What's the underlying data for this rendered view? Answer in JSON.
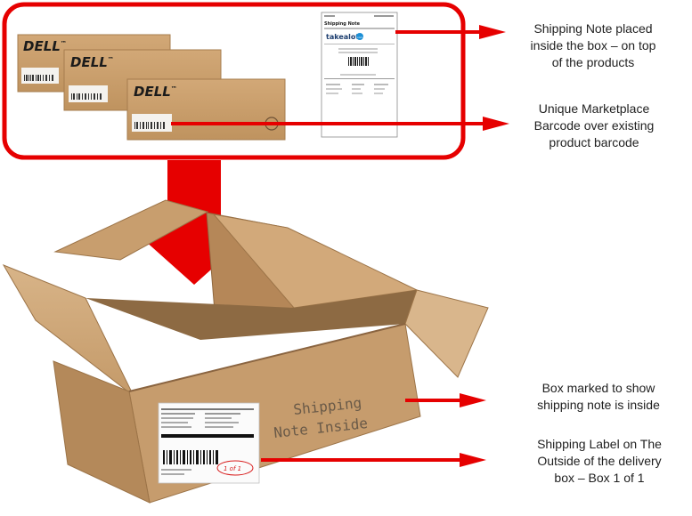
{
  "product_group": {
    "brand": "DELL",
    "trademark": "™"
  },
  "shipping_note_doc": {
    "title": "Shipping Note",
    "logo": "takealot",
    "logo_badge": "com"
  },
  "box_marking": {
    "line1": "Shipping",
    "line2": "Note Inside"
  },
  "shipping_label": {
    "box_count": "1 of 1"
  },
  "callouts": {
    "shipping_note": [
      "Shipping Note placed",
      "inside the box – on top",
      "of the products"
    ],
    "barcode": [
      "Unique Marketplace",
      "Barcode over existing",
      "product barcode"
    ],
    "box_marked": [
      "Box marked to show",
      "shipping note is inside"
    ],
    "shipping_label": [
      "Shipping Label on The",
      "Outside of the delivery",
      "box – Box 1 of 1"
    ]
  },
  "colors": {
    "accent_red": "#e60000",
    "cardboard": "#c69c6d",
    "cardboard_dark": "#9c7448",
    "cardboard_light": "#d6b083"
  }
}
